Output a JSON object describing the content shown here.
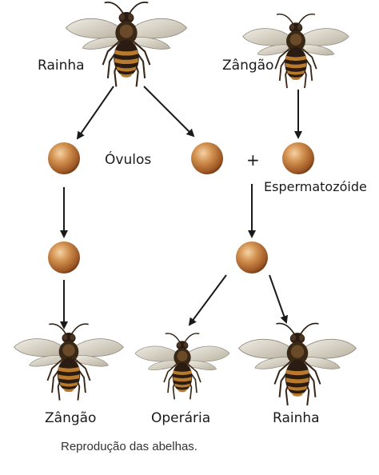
{
  "labels": {
    "queen_top": "Rainha",
    "drone_top": "Zângão",
    "ovules": "Óvulos",
    "plus": "+",
    "sperm": "Espermatozóide",
    "drone_bottom": "Zângão",
    "worker_bottom": "Operária",
    "queen_bottom": "Rainha"
  },
  "caption": "Reprodução das abelhas.",
  "icons": {
    "bee": "bee-icon",
    "cell": "cell-icon",
    "arrow": "arrow-icon"
  },
  "colors": {
    "cell_fill": "#c98545",
    "cell_highlight": "#f2c99a",
    "cell_shadow": "#7a4016",
    "arrow": "#1a1a1a",
    "bee_body": "#2a1c12",
    "bee_stripe": "#b87a2e",
    "bee_wing": "#d9d4c8"
  }
}
